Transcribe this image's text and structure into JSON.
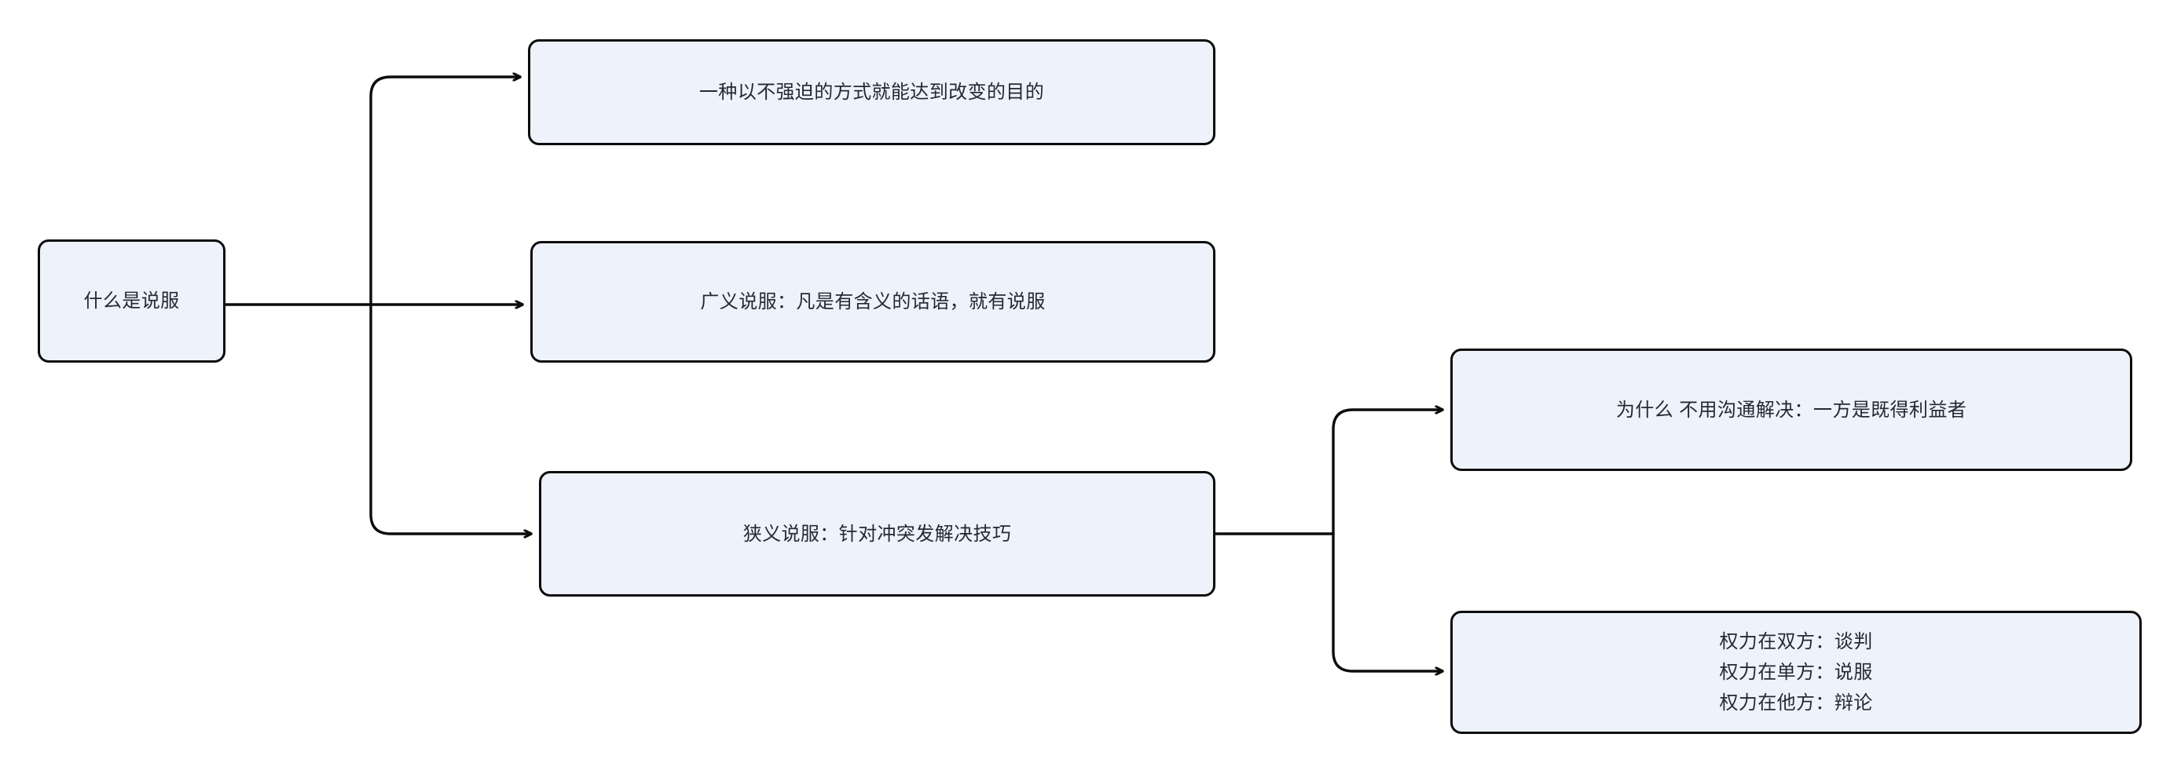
{
  "diagram": {
    "type": "mindmap-flowchart",
    "orientation": "left-to-right",
    "theme": {
      "node_fill": "#eef2fb",
      "node_stroke": "#0c0c0c",
      "text_color": "#232a36",
      "edge_color": "#0c0c0c",
      "background": "#ffffff"
    },
    "nodes": {
      "root": {
        "label": "什么是说服"
      },
      "branch_1": {
        "label": "一种以不强迫的方式就能达到改变的目的"
      },
      "branch_2": {
        "label": "广义说服：凡是有含义的话语，就有说服"
      },
      "branch_3": {
        "label": "狭义说服：针对冲突发解决技巧"
      },
      "child_1": {
        "label": "为什么 不用沟通解决：一方是既得利益者"
      },
      "child_2": {
        "label": "权力在双方：谈判\n权力在单方：说服\n权力在他方：辩论"
      }
    },
    "edges": [
      {
        "from": "root",
        "to": "branch_1"
      },
      {
        "from": "root",
        "to": "branch_2"
      },
      {
        "from": "root",
        "to": "branch_3"
      },
      {
        "from": "branch_3",
        "to": "child_1"
      },
      {
        "from": "branch_3",
        "to": "child_2"
      }
    ]
  }
}
